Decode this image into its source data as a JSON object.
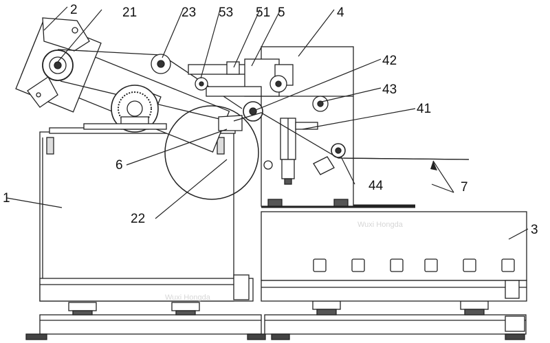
{
  "figure": {
    "labels": {
      "l1": "1",
      "l2": "2",
      "l3": "3",
      "l4": "4",
      "l5": "5",
      "l6": "6",
      "l7": "7",
      "l21": "21",
      "l22": "22",
      "l23": "23",
      "l41": "41",
      "l42": "42",
      "l43": "43",
      "l44": "44",
      "l51": "51",
      "l53": "53"
    },
    "watermark": "Wuxi Hongda"
  }
}
